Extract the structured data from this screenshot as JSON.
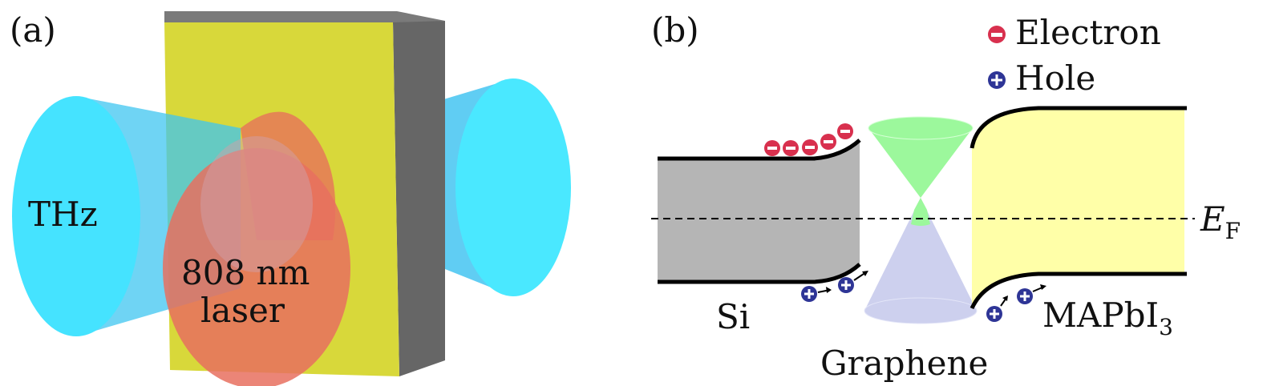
{
  "panel_a": {
    "label": "(a)",
    "beam_label": "THz",
    "laser_label_line1": "808 nm",
    "laser_label_line2": "laser",
    "colors": {
      "thz": "#45e3ff",
      "laser": "#e8705f",
      "sample": "#d8d83a",
      "substrate": "#666666"
    }
  },
  "panel_b": {
    "label": "(b)",
    "legend": {
      "electron": "Electron",
      "hole": "Hole"
    },
    "fermi_label": "E",
    "fermi_sub": "F",
    "si_label": "Si",
    "graphene_label": "Graphene",
    "mapbi_label": "MAPbI",
    "mapbi_sub": "3",
    "colors": {
      "si": "#b5b5b5",
      "mapbi": "#ffffa8",
      "cone_upper": "#9cf89c",
      "cone_lower": "#cdd0ee",
      "electron": "#d8304e",
      "hole": "#2e3596"
    }
  }
}
